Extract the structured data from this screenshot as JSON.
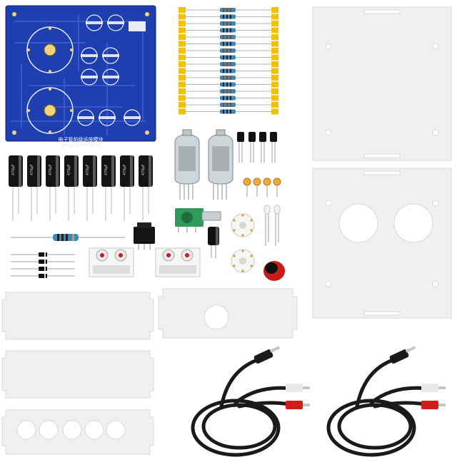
{
  "pcb": {
    "title": "电子管前级运放模块",
    "subtitle": "2018 11 14_Y110-2812211"
  },
  "capacitors": {
    "label": "470µF"
  },
  "colors": {
    "pcb_blue": "#1f3fb0",
    "pcb_dark": "#142a80",
    "acrylic": "#eef0f2",
    "resistor_body": "#3f86b8",
    "tape": "#f2c200",
    "cable": "#1a1a1a",
    "rca_red": "#d11c1c",
    "knob_red": "#c81c1c",
    "pot_green": "#2f9a5a"
  }
}
